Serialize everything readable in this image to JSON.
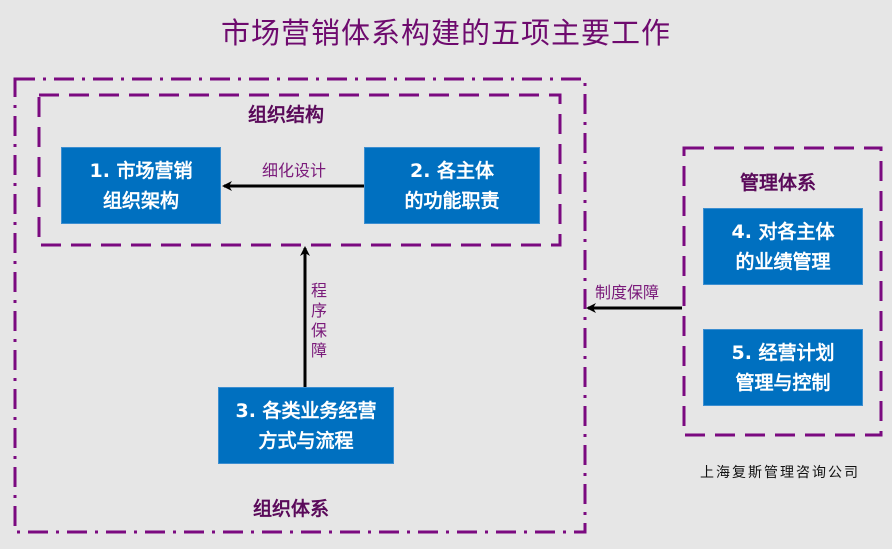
{
  "title": "市场营销体系构建的五项主要工作",
  "groups": {
    "org_system": "组织体系",
    "org_structure": "组织结构",
    "mgmt_system": "管理体系"
  },
  "boxes": [
    {
      "line1": "1. 市场营销",
      "line2": "组织架构"
    },
    {
      "line1": "2. 各主体",
      "line2": "的功能职责"
    },
    {
      "line1": "3. 各类业务经营",
      "line2": "方式与流程"
    },
    {
      "line1": "4. 对各主体",
      "line2": "的业绩管理"
    },
    {
      "line1": "5. 经营计划",
      "line2": "管理与控制"
    }
  ],
  "arrows": {
    "refine_design": "细化设计",
    "procedure_guarantee": "程序保障",
    "system_guarantee": "制度保障"
  },
  "company": "上海复斯管理咨询公司",
  "colors": {
    "box_fill": "#0070c0",
    "frame": "#7b0a80",
    "title": "#6e0a6e",
    "background": "#e6e6e6"
  }
}
